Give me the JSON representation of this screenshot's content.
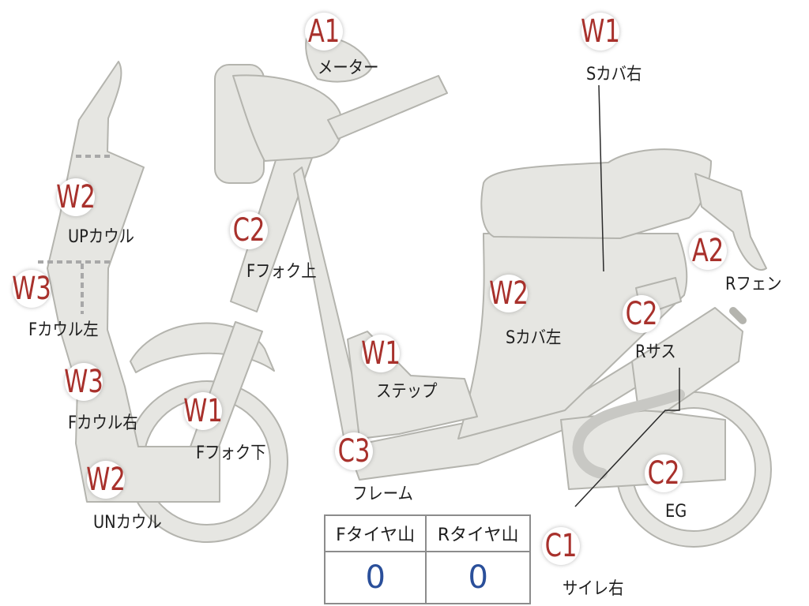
{
  "colors": {
    "body": "#e6e6e2",
    "outline": "#b4b4ae",
    "code": "#a8312c",
    "value": "#2a4f9a"
  },
  "parts": [
    {
      "id": "meter",
      "grade": "A1",
      "label": "メーター"
    },
    {
      "id": "side-cover-right",
      "grade": "W1",
      "label": "Sカバ右"
    },
    {
      "id": "up-cowl",
      "grade": "W2",
      "label": "UPカウル"
    },
    {
      "id": "front-fork-upper",
      "grade": "C2",
      "label": "Fフォク上"
    },
    {
      "id": "rear-fender",
      "grade": "A2",
      "label": "Rフェン"
    },
    {
      "id": "front-cowl-left",
      "grade": "W3",
      "label": "Fカウル左"
    },
    {
      "id": "side-cover-left",
      "grade": "W2",
      "label": "Sカバ左"
    },
    {
      "id": "rear-suspension",
      "grade": "C2",
      "label": "Rサス"
    },
    {
      "id": "step",
      "grade": "W1",
      "label": "ステップ"
    },
    {
      "id": "front-cowl-right",
      "grade": "W3",
      "label": "Fカウル右"
    },
    {
      "id": "front-fork-lower",
      "grade": "W1",
      "label": "Fフォク下"
    },
    {
      "id": "frame",
      "grade": "C3",
      "label": "フレーム"
    },
    {
      "id": "engine",
      "grade": "C2",
      "label": "EG"
    },
    {
      "id": "under-cowl",
      "grade": "W2",
      "label": "UNカウル"
    },
    {
      "id": "muffler-right",
      "grade": "C1",
      "label": "サイレ右"
    }
  ],
  "tire_table": {
    "headers": [
      "Fタイヤ山",
      "Rタイヤ山"
    ],
    "values": [
      "0",
      "0"
    ]
  }
}
